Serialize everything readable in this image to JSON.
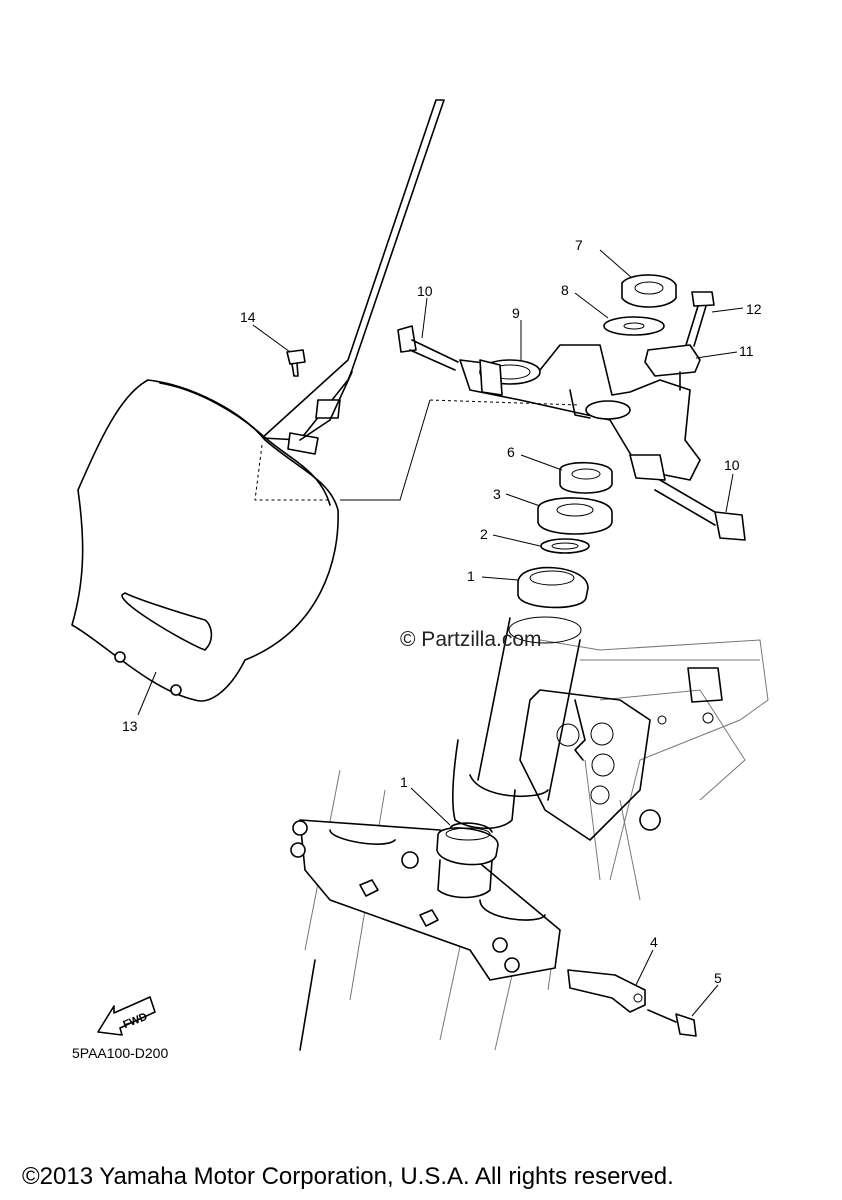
{
  "callouts": [
    {
      "id": "c1a",
      "label": "1"
    },
    {
      "id": "c1b",
      "label": "1"
    },
    {
      "id": "c2",
      "label": "2"
    },
    {
      "id": "c3",
      "label": "3"
    },
    {
      "id": "c4",
      "label": "4"
    },
    {
      "id": "c5",
      "label": "5"
    },
    {
      "id": "c6",
      "label": "6"
    },
    {
      "id": "c7",
      "label": "7"
    },
    {
      "id": "c8",
      "label": "8"
    },
    {
      "id": "c9",
      "label": "9"
    },
    {
      "id": "c10a",
      "label": "10"
    },
    {
      "id": "c10b",
      "label": "10"
    },
    {
      "id": "c11",
      "label": "11"
    },
    {
      "id": "c12",
      "label": "12"
    },
    {
      "id": "c13",
      "label": "13"
    },
    {
      "id": "c14",
      "label": "14"
    }
  ],
  "fwd_label": "FWD",
  "diagram_code": "5PAA100-D200",
  "watermark": "© Partzilla.com",
  "copyright": "©2013 Yamaha Motor Corporation, U.S.A. All rights reserved."
}
